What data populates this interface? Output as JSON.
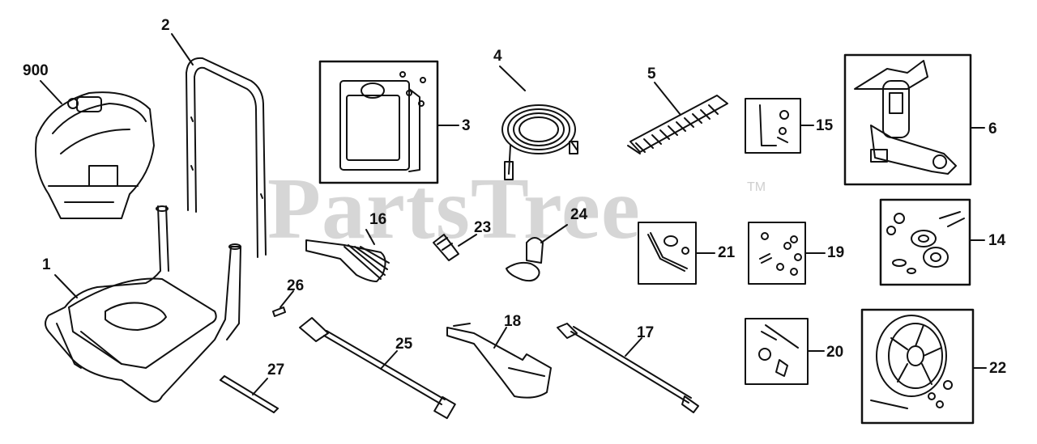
{
  "watermark": {
    "text": "PartsTree",
    "mark": "TM"
  },
  "callouts": {
    "c900": "900",
    "c1": "1",
    "c2": "2",
    "c3": "3",
    "c4": "4",
    "c5": "5",
    "c6": "6",
    "c14": "14",
    "c15": "15",
    "c16": "16",
    "c17": "17",
    "c18": "18",
    "c19": "19",
    "c20": "20",
    "c21": "21",
    "c22": "22",
    "c23": "23",
    "c24": "24",
    "c25": "25",
    "c26": "26",
    "c27": "27"
  }
}
